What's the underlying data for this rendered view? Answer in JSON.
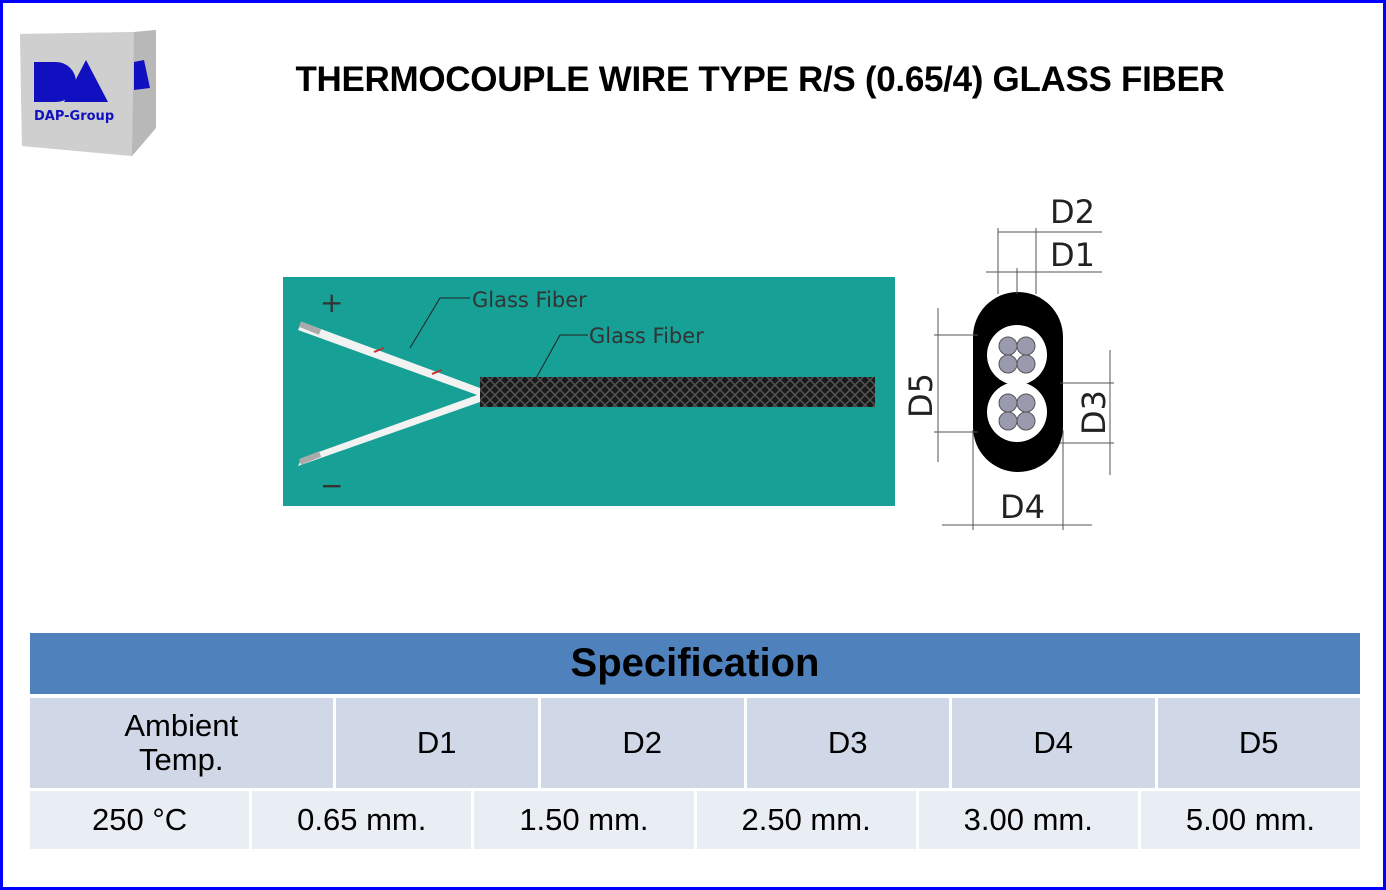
{
  "logo": {
    "text": "DAP-Group",
    "mark": "DA"
  },
  "title": "THERMOCOUPLE WIRE TYPE R/S (0.65/4) GLASS FIBER",
  "diagram": {
    "plus": "+",
    "minus": "−",
    "label_inner": "Glass Fiber",
    "label_outer": "Glass Fiber",
    "dims": [
      "D1",
      "D2",
      "D3",
      "D4",
      "D5"
    ],
    "colors": {
      "background": "#16a096",
      "braid": "#1a1a1a",
      "jacket": "#000000",
      "conductor": "#9a9aae"
    }
  },
  "spec": {
    "heading": "Specification",
    "headers": [
      "Ambient Temp.",
      "D1",
      "D2",
      "D3",
      "D4",
      "D5"
    ],
    "values": [
      "250 °C",
      "0.65 mm.",
      "1.50 mm.",
      "2.50 mm.",
      "3.00 mm.",
      "5.00 mm."
    ],
    "colors": {
      "heading_bg": "#4f81bd",
      "header_bg": "#d0d8e8",
      "row_bg": "#e9edf4"
    }
  }
}
